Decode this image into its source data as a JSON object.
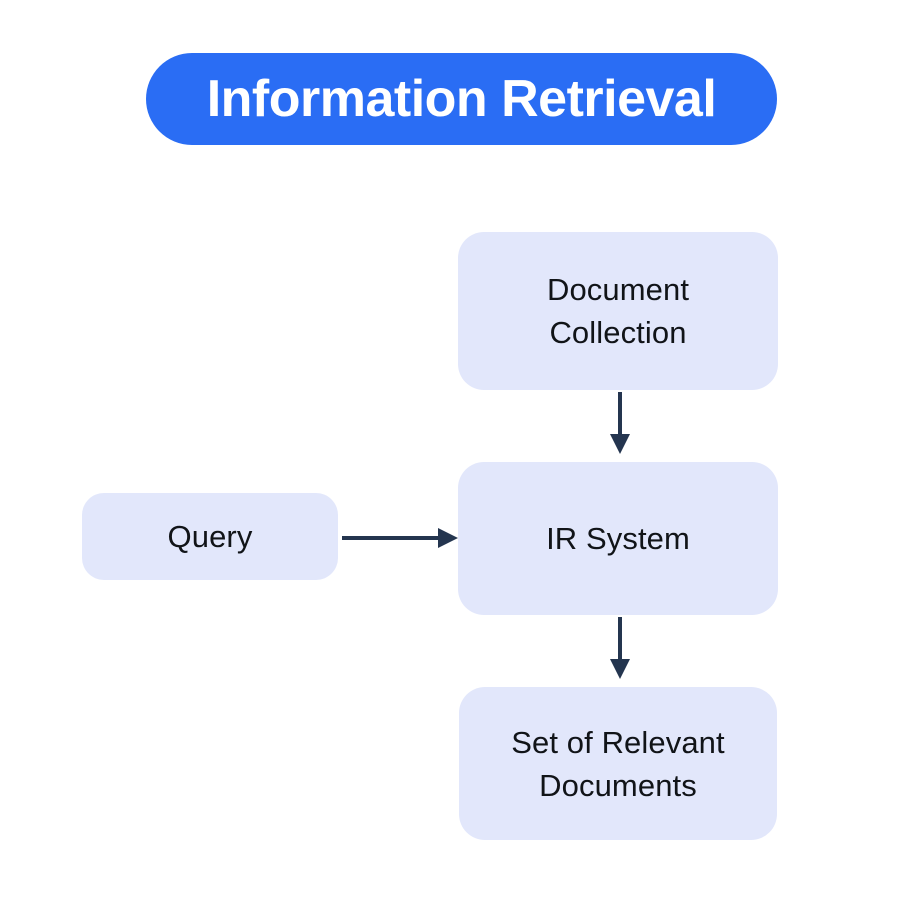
{
  "diagram": {
    "title": "Information Retrieval",
    "background_color": "#ffffff",
    "title_pill_color": "#2a6df4",
    "title_text_color": "#ffffff",
    "node_fill_color": "#e2e7fb",
    "node_text_color": "#111418",
    "arrow_color": "#24354f",
    "nodes": [
      {
        "id": "document-collection",
        "label": "Document\nCollection",
        "line1": "Document",
        "line2": "Collection"
      },
      {
        "id": "query",
        "label": "Query",
        "line1": "Query",
        "line2": ""
      },
      {
        "id": "ir-system",
        "label": "IR System",
        "line1": "IR System",
        "line2": ""
      },
      {
        "id": "results",
        "label": "Set of Relevant Documents",
        "line1": "Set of Relevant",
        "line2": "Documents"
      }
    ],
    "edges": [
      {
        "id": "collection-to-system",
        "from": "document-collection",
        "to": "ir-system",
        "direction": "down",
        "label": ""
      },
      {
        "id": "query-to-system",
        "from": "query",
        "to": "ir-system",
        "direction": "right",
        "label": ""
      },
      {
        "id": "system-to-results",
        "from": "ir-system",
        "to": "results",
        "direction": "down",
        "label": ""
      }
    ]
  }
}
